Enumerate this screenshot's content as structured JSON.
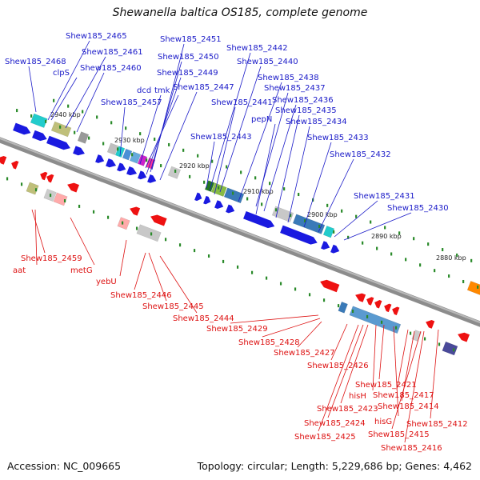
{
  "title": "Shewanella baltica OS185, complete genome",
  "footer": {
    "accession": "Accession: NC_009665",
    "summary": "Topology: circular; Length: 5,229,686 bp; Genes: 4,462"
  },
  "colors": {
    "forward_label": "#1a1ac8",
    "reverse_label": "#dd1111",
    "axis": "#8c8c8c",
    "tick": "#2a8a2a"
  },
  "scale": [
    "2940 kbp",
    "2930 kbp",
    "2920 kbp",
    "2910 kbp",
    "2900 kbp",
    "2890 kbp",
    "2880 kbp"
  ],
  "forward_labels": [
    "Shew185_2468",
    "Shew185_2465",
    "clpS",
    "Shew185_2461",
    "Shew185_2460",
    "Shew185_2457",
    "dcd",
    "tmk",
    "Shew185_2451",
    "Shew185_2450",
    "Shew185_2449",
    "Shew185_2447",
    "Shew185_2443",
    "Shew185_2442",
    "Shew185_2440",
    "Shew185_2441",
    "Shew185_2438",
    "Shew185_2437",
    "Shew185_2436",
    "pepN",
    "Shew185_2435",
    "Shew185_2434",
    "Shew185_2433",
    "Shew185_2432",
    "Shew185_2431",
    "Shew185_2430"
  ],
  "reverse_labels": [
    "Shew185_2459",
    "aat",
    "metG",
    "yebU",
    "Shew185_2446",
    "Shew185_2445",
    "Shew185_2444",
    "Shew185_2429",
    "Shew185_2428",
    "Shew185_2427",
    "Shew185_2426",
    "Shew185_2421",
    "hisH",
    "Shew185_2417",
    "Shew185_2414",
    "Shew185_2423",
    "hisG",
    "Shew185_2412",
    "Shew185_2424",
    "Shew185_2415",
    "Shew185_2425",
    "Shew185_2416"
  ]
}
